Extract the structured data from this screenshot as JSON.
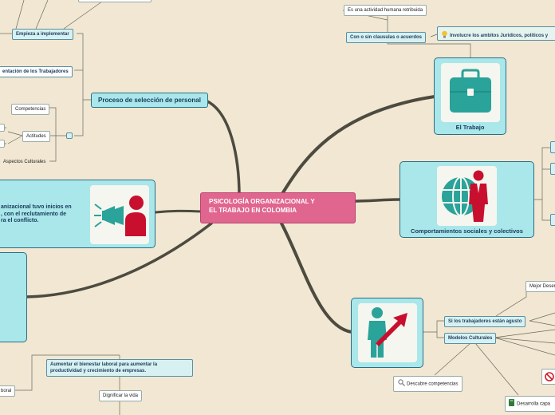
{
  "central": {
    "line1": "PSICOLOGÍA ORGANIZACIONAL Y",
    "line2": "EL TRABAJO EN COLOMBIA"
  },
  "left": {
    "seleccion": "Proceso de selección de personal",
    "empieza": "Empieza a implementar",
    "orientacion": "entación de los Trabajadores",
    "competencias": "Competencias",
    "actitudes": "Actitudes",
    "aspectos": "Aspectos Culturales",
    "historia_l1": "anizacional tuvo inicios en",
    "historia_l2": ", con el reclutamiento de",
    "historia_l3": "ra el conflicto.",
    "bienestar_l1": "Aumentar el bienestar laboral para aumentar la",
    "bienestar_l2": "productividad y crecimiento de empresas.",
    "dignificar": "Dignificar la vida",
    "laboral": "boral"
  },
  "right": {
    "actividad": "Es una actividad humana retribuida",
    "clausulas": "Con o sin clausulas o acuerdos",
    "ambitos": "Involucre los ambitos Juridicos, politicos y",
    "trabajo": "El Trabajo",
    "comportamientos": "Comportamientos sociales y colectivos",
    "agusto": "Si los trabajadores están agusto",
    "modelos": "Modelos Culturales",
    "mejor": "Mejor Desem",
    "competencias": "Descubre competencias",
    "desarrolla": "Desarrolla capa"
  },
  "icons": [
    "briefcase-icon",
    "globe-person-icon",
    "megaphone-person-icon",
    "growth-person-icon",
    "lightbulb-icon",
    "magnifier-icon",
    "no-sign-icon",
    "book-icon"
  ],
  "colors": {
    "background": "#f1e7d2",
    "central": "#e0658f",
    "node": "#a9e7ea",
    "border": "#2b6d86",
    "branch": "#4d4a40"
  }
}
